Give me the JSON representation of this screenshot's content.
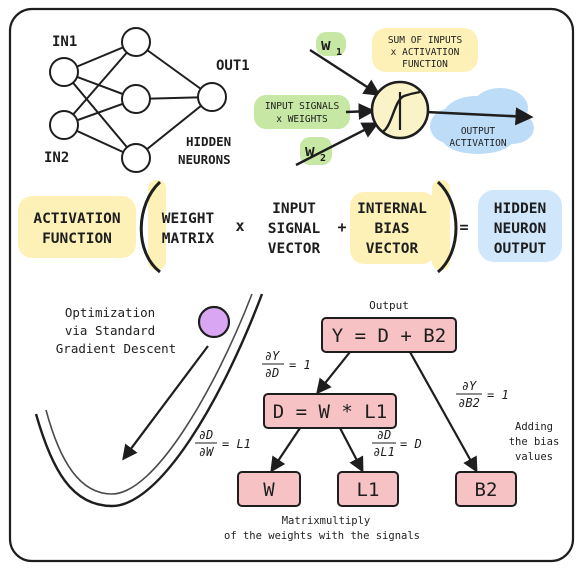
{
  "network": {
    "in1": "IN1",
    "in2": "IN2",
    "out1": "OUT1",
    "hidden_line1": "HIDDEN",
    "hidden_line2": "NEURONS"
  },
  "perceptron": {
    "w1_letter": "w",
    "w1_sub": "1",
    "w2_letter": "w",
    "w2_sub": "2",
    "sum_line1": "SUM OF INPUTS",
    "sum_line2": "x ACTIVATION",
    "sum_line3": "FUNCTION",
    "input_line1": "INPUT SIGNALS",
    "input_line2": "x WEIGHTS",
    "output_line1": "OUTPUT",
    "output_line2": "ACTIVATION"
  },
  "equation": {
    "activation_line1": "ACTIVATION",
    "activation_line2": "FUNCTION",
    "weight_line1": "WEIGHT",
    "weight_line2": "MATRIX",
    "times": "x",
    "input_line1": "INPUT",
    "input_line2": "SIGNAL",
    "input_line3": "VECTOR",
    "plus": "+",
    "bias_line1": "INTERNAL",
    "bias_line2": "BIAS",
    "bias_line3": "VECTOR",
    "equals": "=",
    "hidden_line1": "HIDDEN",
    "hidden_line2": "NEURON",
    "hidden_line3": "OUTPUT"
  },
  "optimization": {
    "line1": "Optimization",
    "line2": "via Standard",
    "line3": "Gradient Descent"
  },
  "graph": {
    "output_label": "Output",
    "node_y": "Y = D + B2",
    "node_d": "D = W * L1",
    "node_w": "W",
    "node_l1": "L1",
    "node_b2": "B2",
    "dy_dd_num": "∂Y",
    "dy_dd_den": "∂D",
    "dy_dd_val": "= 1",
    "dy_db2_num": "∂Y",
    "dy_db2_den": "∂B2",
    "dy_db2_val": "= 1",
    "dd_dw_num": "∂D",
    "dd_dw_den": "∂W",
    "dd_dw_val": "= L1",
    "dd_dl1_num": "∂D",
    "dd_dl1_den": "∂L1",
    "dd_dl1_val": "= D",
    "bias_note_line1": "Adding",
    "bias_note_line2": "the bias",
    "bias_note_line3": "values",
    "matmul_line1": "Matrixmultiply",
    "matmul_line2": "of the weights with the signals"
  },
  "colors": {
    "ink": "#1e1e1e",
    "highlight_yellow": "#fdf1b8",
    "highlight_blue": "#cfe6fb",
    "node_pink": "#f6c2c4",
    "ball_purple": "#d8a6f2",
    "neuron_fill": "#fbf3c8",
    "cloud_blue": "#bcdcf8"
  }
}
